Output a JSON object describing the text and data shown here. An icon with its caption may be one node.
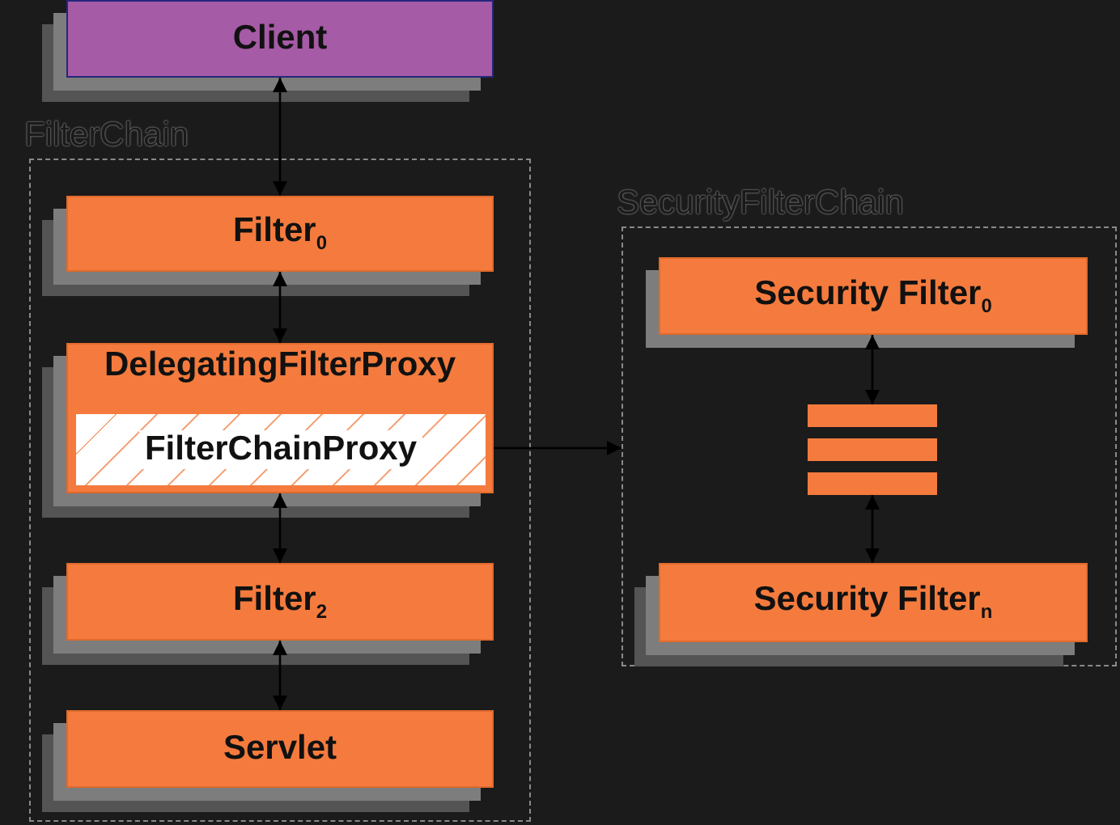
{
  "diagram": {
    "nodes": [
      {
        "text": [
          "Client"
        ]
      },
      {
        "text": [
          "FilterChain"
        ]
      },
      {
        "text": [
          "Filter$_{0}$"
        ],
        "in": 1
      },
      {
        "text": [
          "DelegatingFilterProxy"
        ],
        "in": 1
      },
      {
        "text": [
          "FilterChainProxy"
        ],
        "in": 3
      },
      {
        "text": [
          "Filter$_{2}$"
        ],
        "in": 1
      },
      {
        "text": [
          "Servlet"
        ],
        "in": 1
      },
      {
        "text": [
          "SecurityFilterChain"
        ]
      },
      {
        "text": [
          "Security Filter$_{0}$"
        ],
        "in": 7
      },
      {
        "text": [],
        "shape": "bar",
        "in": 7
      },
      {
        "text": [
          "Security Filter$_{n}$"
        ],
        "in": 7
      }
    ],
    "edges": [
      {
        "from": 0,
        "to": 2,
        "arrow": "both"
      },
      {
        "from": 2,
        "to": 3,
        "arrow": "both"
      },
      {
        "from": 3,
        "to": 5,
        "arrow": "both"
      },
      {
        "from": 5,
        "to": 6,
        "arrow": "both"
      },
      {
        "from": 4,
        "to": 7,
        "arrow": "to"
      },
      {
        "from": 8,
        "to": 9,
        "arrow": "both"
      },
      {
        "from": 9,
        "to": 10,
        "arrow": "both"
      }
    ]
  }
}
